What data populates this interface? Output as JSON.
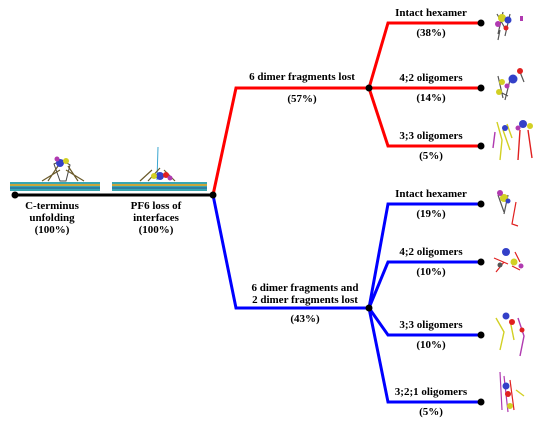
{
  "colors": {
    "trunk": "#000000",
    "upper_branch": "#ff0000",
    "lower_branch": "#0000ff"
  },
  "nodes": {
    "c_terminus": {
      "line1": "C-terminus",
      "line2": "unfolding",
      "pct": "(100%)"
    },
    "pf6": {
      "line1": "PF6 loss of",
      "line2": "interfaces",
      "pct": "(100%)"
    },
    "upper": {
      "label": "6 dimer fragments lost",
      "pct": "(57%)"
    },
    "lower": {
      "line1": "6 dimer fragments and",
      "line2": "2 dimer fragments lost",
      "pct": "(43%)"
    }
  },
  "outcomes_upper": [
    {
      "label": "Intact hexamer",
      "pct": "(38%)"
    },
    {
      "label": "4;2 oligomers",
      "pct": "(14%)"
    },
    {
      "label": "3;3 oligomers",
      "pct": "(5%)"
    }
  ],
  "outcomes_lower": [
    {
      "label": "Intact hexamer",
      "pct": "(19%)"
    },
    {
      "label": "4;2 oligomers",
      "pct": "(10%)"
    },
    {
      "label": "3;3 oligomers",
      "pct": "(10%)"
    },
    {
      "label": "3;2;1 oligomers",
      "pct": "(5%)"
    }
  ],
  "thumbnails": [
    "protofilament-bundle-image",
    "protofilament-loss-image",
    "intact-hexamer-structure-red",
    "oligomer-4-2-structure-red",
    "oligomer-3-3-structure-red",
    "intact-hexamer-structure-blue",
    "oligomer-4-2-structure-blue",
    "oligomer-3-3-structure-blue",
    "oligomer-3-2-1-structure-blue"
  ]
}
